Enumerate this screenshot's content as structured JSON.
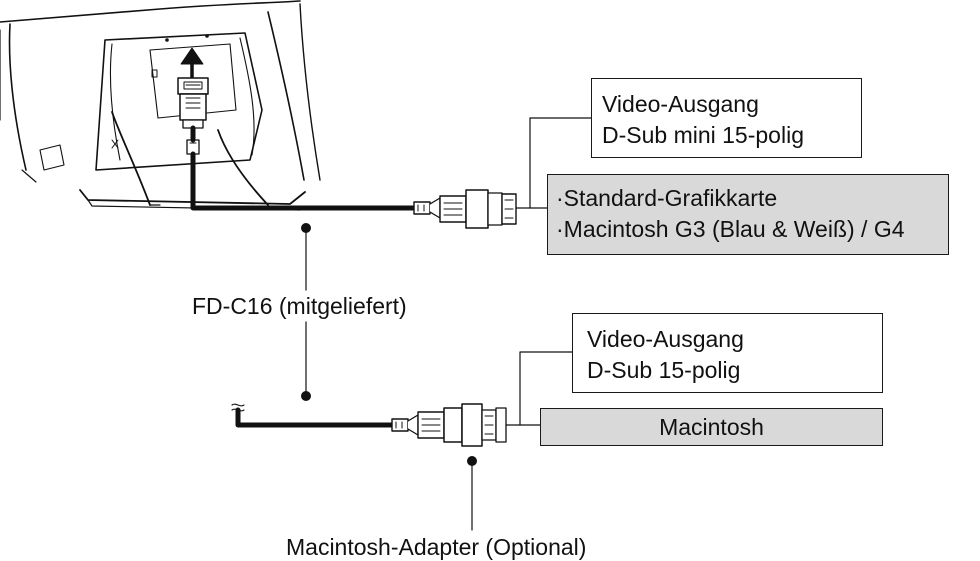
{
  "colors": {
    "line": "#111111",
    "highlight_fill": "#d9d9d9",
    "box_fill": "#ffffff"
  },
  "icons": [
    "monitor-icon",
    "up-arrow-icon",
    "vga-plug-icon",
    "dvi-connector-icon",
    "mac-adapter-icon"
  ],
  "top_output": {
    "title": "Video-Ausgang",
    "subtitle": "D-Sub mini 15-polig",
    "devices": [
      "·Standard-Grafikkarte",
      "·Macintosh G3 (Blau & Weiß) / G4"
    ]
  },
  "bottom_output": {
    "title": "Video-Ausgang",
    "subtitle": "D-Sub 15-polig",
    "device": "Macintosh"
  },
  "cable_label": "FD-C16 (mitgeliefert)",
  "adapter_label": "Macintosh-Adapter (Optional)"
}
